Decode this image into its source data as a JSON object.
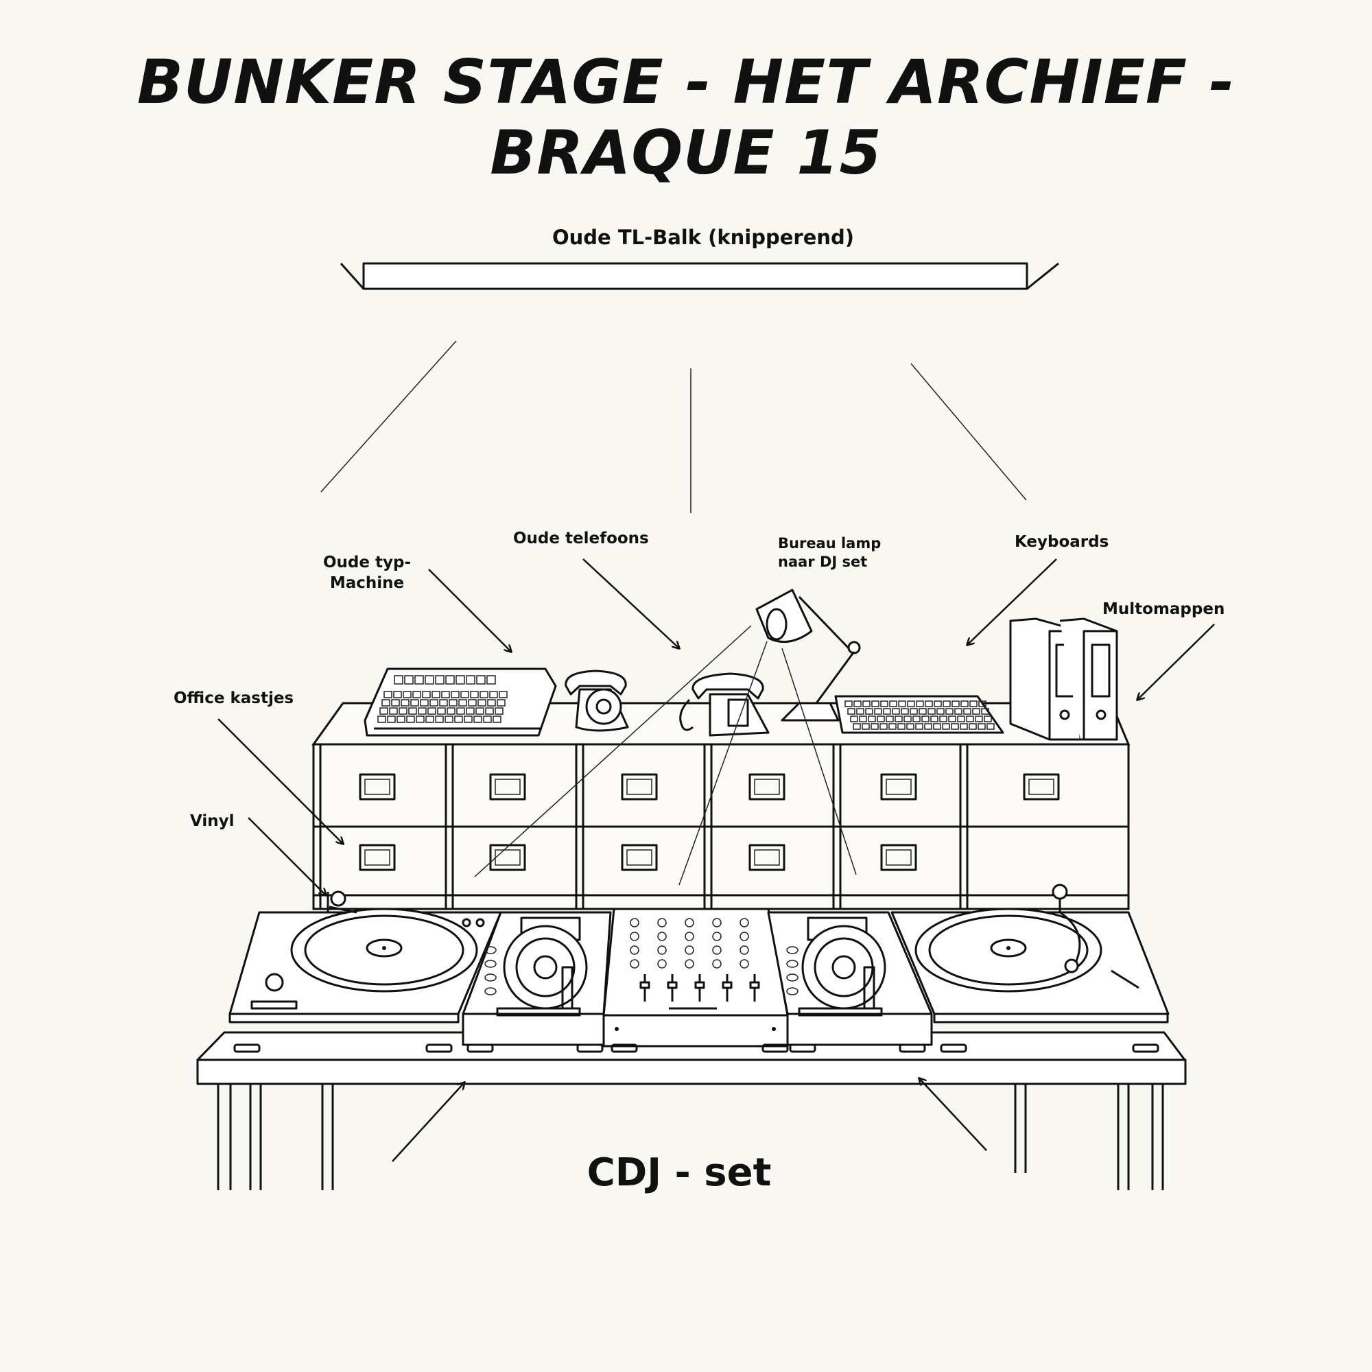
{
  "title": "BUNKER STAGE - HET ARCHIEF - BRAQUE 15",
  "labels": {
    "tl_balk": "Oude TL-Balk (knipperend)",
    "typmachine_line1": "Oude typ-",
    "typmachine_line2": "Machine",
    "telefoons": "Oude telefoons",
    "lamp_line1": "Bureau lamp",
    "lamp_line2": "naar DJ set",
    "keyboards": "Keyboards",
    "multomappen": "Multomappen",
    "office_kastjes": "Office kastjes",
    "vinyl": "Vinyl",
    "cdj_set": "CDJ - set"
  },
  "colors": {
    "background": "#f8f7f2",
    "ink": "#111111"
  }
}
